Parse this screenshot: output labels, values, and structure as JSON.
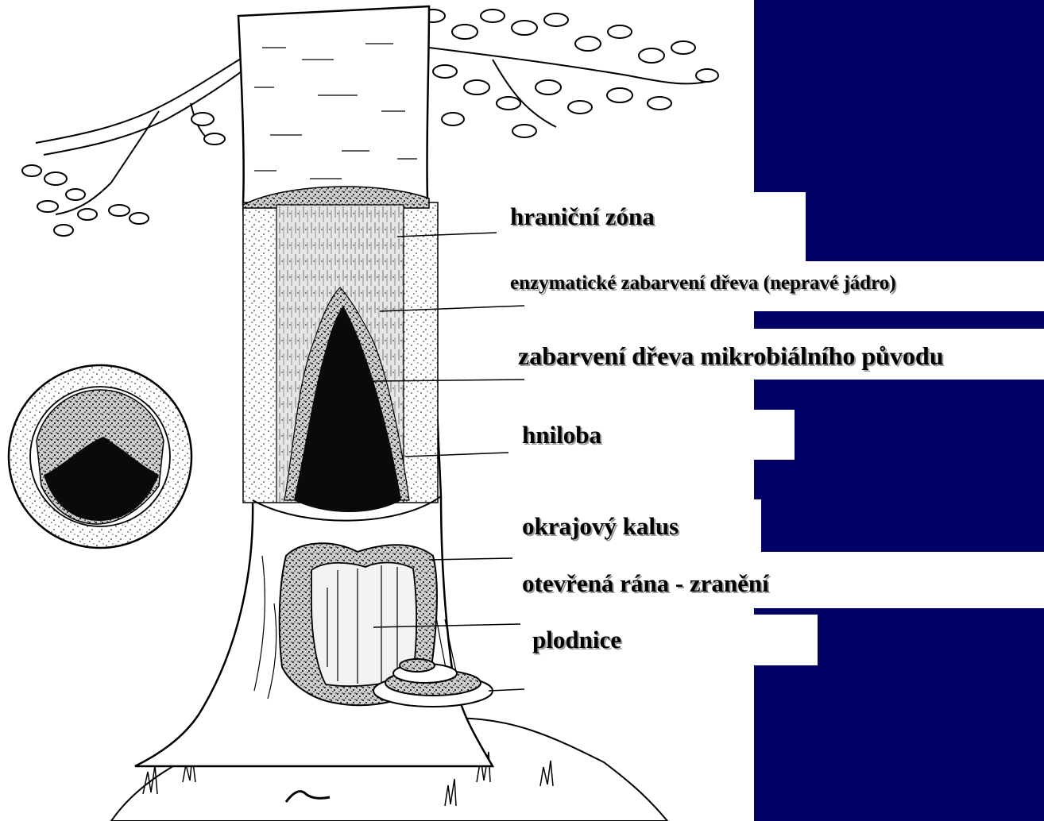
{
  "colors": {
    "panel": "#000066",
    "ink": "#000000",
    "wood_light": "#f4f4f4",
    "wood_dark": "#c9c9c9",
    "rot": "#0a0a0a"
  },
  "labels": {
    "boundary_zone": "hraniční zóna",
    "enzymatic_discoloration": "enzymatické zabarvení dřeva (nepravé jádro)",
    "microbial_discoloration": "zabarvení dřeva mikrobiálního původu",
    "rot": "hniloba",
    "edge_callus": "okrajový kalus",
    "open_wound": "otevřená  rána - zranění",
    "fruiting_body": "plodnice"
  }
}
